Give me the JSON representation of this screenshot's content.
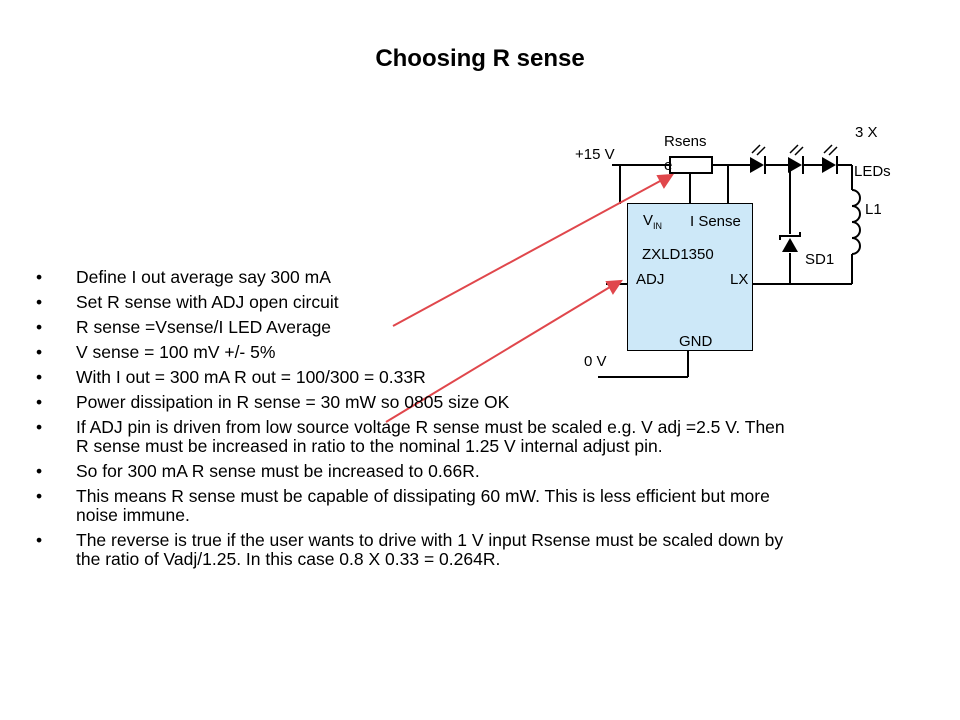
{
  "title": "Choosing R sense",
  "bullets": [
    "Define I out average say 300 mA",
    "Set R sense with ADJ open circuit",
    "R sense =Vsense/I LED Average",
    "V sense = 100 mV +/- 5%",
    "With I out = 300 mA R out = 100/300 = 0.33R",
    "Power dissipation in R sense = 30 mW so 0805 size OK",
    "If ADJ pin is driven from low source voltage R sense must be scaled e.g. V adj =2.5 V. Then R sense must be increased in ratio to the nominal 1.25 V internal adjust pin.",
    "So for 300 mA R sense must be increased to 0.66R.",
    "This means R sense must be capable of dissipating 60 mW. This is less efficient but more noise immune.",
    "The reverse is true if the user wants to drive with 1 V input Rsense must be scaled down by the ratio of Vadj/1.25. In this case 0.8 X 0.33 = 0.264R."
  ],
  "schematic": {
    "supply": "+15 V",
    "ground": "0 V",
    "rsense_line1": "Rsens",
    "rsense_line2": "e",
    "led_count": "3 X",
    "leds_label": "LEDs",
    "inductor": "L1",
    "diode": "SD1",
    "ic_name": "ZXLD1350",
    "pin_vin_main": "V",
    "pin_vin_sub": "IN",
    "pin_isense": "I Sense",
    "pin_adj": "ADJ",
    "pin_lx": "LX",
    "pin_gnd": "GND"
  },
  "colors": {
    "arrow": "#e0474c",
    "ic_fill": "#cde8f8"
  }
}
